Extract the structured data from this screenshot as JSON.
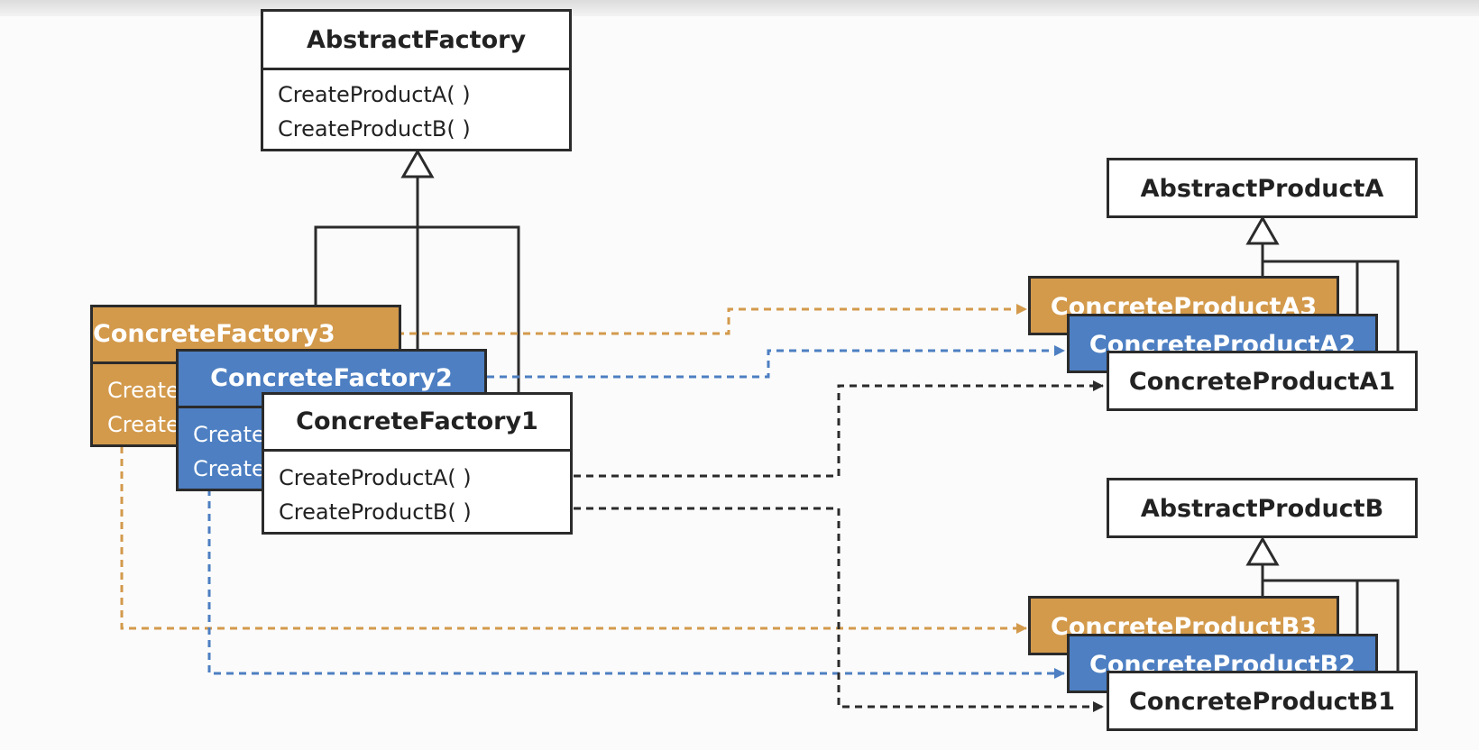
{
  "abstract_factory": {
    "name": "AbstractFactory",
    "methods": [
      "CreateProductA( )",
      "CreateProductB( )"
    ]
  },
  "concrete_factories": [
    {
      "name": "ConcreteFactory3",
      "method_a": "Create",
      "method_b": "Create"
    },
    {
      "name": "ConcreteFactory2",
      "method_a": "Create",
      "method_b": "Create"
    },
    {
      "name": "ConcreteFactory1",
      "method_a": "CreateProductA( )",
      "method_b": "CreateProductB( )"
    }
  ],
  "abstract_product_a": "AbstractProductA",
  "abstract_product_b": "AbstractProductB",
  "products_a": [
    "ConcreteProductA3",
    "ConcreteProductA2",
    "ConcreteProductA1"
  ],
  "products_b": [
    "ConcreteProductB3",
    "ConcreteProductB2",
    "ConcreteProductB1"
  ],
  "colors": {
    "variant3": "#d39a4c",
    "variant2": "#4d7fc2",
    "variant1": "#2b2b2b",
    "line": "#2b2b2b"
  }
}
